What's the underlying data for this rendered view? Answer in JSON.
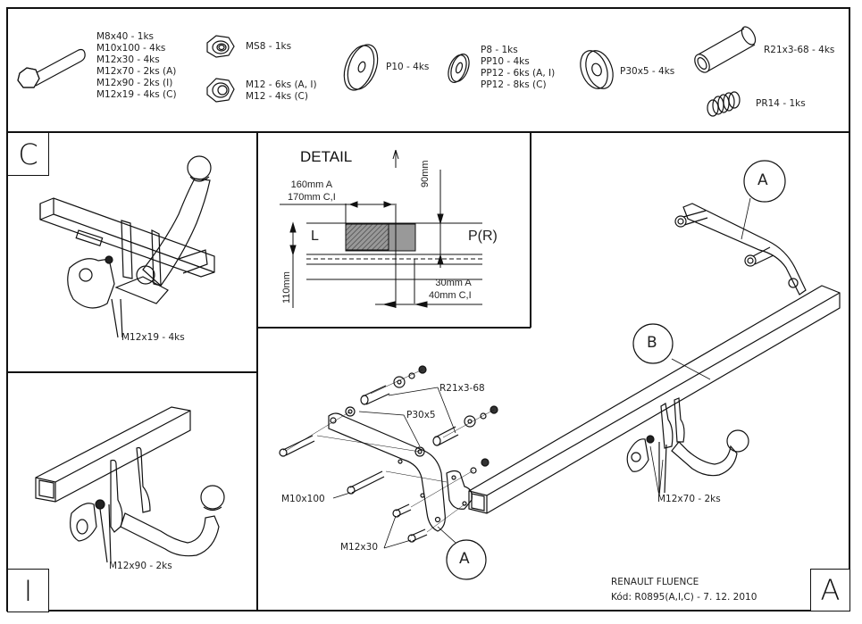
{
  "parts": {
    "bolt": [
      "M8x40 - 1ks",
      "M10x100 - 4ks",
      "M12x30 - 4ks",
      "M12x70 - 2ks (A)",
      "M12x90 - 2ks (I)",
      "M12x19 - 4ks (C)"
    ],
    "nut_ms": "MS8 - 1ks",
    "nut_m12": [
      "M12 - 6ks (A, I)",
      "M12 - 4ks (C)"
    ],
    "washer_p10": "P10 - 4ks",
    "washer_pp": [
      "P8 - 1ks",
      "PP10 - 4ks",
      "PP12 - 6ks (A, I)",
      "PP12 - 8ks (C)"
    ],
    "washer_p30": "P30x5 - 4ks",
    "tube": "R21x3-68 - 4ks",
    "spring": "PR14 - 1ks"
  },
  "panel_c": {
    "letter": "C",
    "callout": "M12x19 - 4ks"
  },
  "panel_i": {
    "letter": "I",
    "callout": "M12x90 - 2ks"
  },
  "detail": {
    "title": "DETAIL",
    "dim_top": [
      "160mm A",
      "170mm C,I"
    ],
    "dim_vertical_right": "90mm",
    "dim_vertical_left": "110mm",
    "dim_bottom": [
      "30mm A",
      "40mm C,I"
    ],
    "left_label": "L",
    "right_label": "P(R)"
  },
  "panel_a": {
    "letter": "A",
    "bubble_a_top": "A",
    "bubble_b": "B",
    "bubble_a_bottom": "A",
    "callouts": {
      "tube": "R21x3-68",
      "washer": "P30x5",
      "bolt_long": "M10x100",
      "bolt_short": "M12x30",
      "bolt_hitch": "M12x70 - 2ks"
    }
  },
  "title_block": {
    "model": "RENAULT FLUENCE",
    "code": "Kód: R0895(A,I,C) - 7. 12. 2010"
  }
}
